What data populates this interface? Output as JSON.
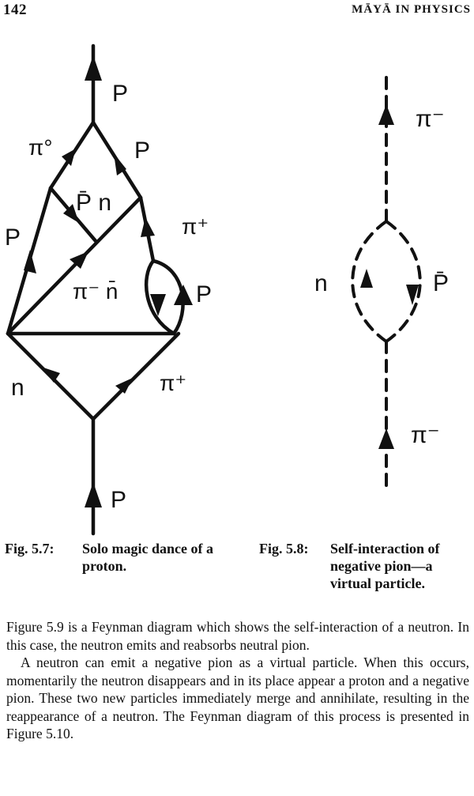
{
  "header": {
    "page_number": "142",
    "running_title": "MĀYĀ IN PHYSICS"
  },
  "figure_5_7": {
    "labels": {
      "p_top": "P",
      "pi0": "π°",
      "p_upper_right": "P",
      "pbar_n": "P̄ n",
      "p_left": "P",
      "pi_plus_upper": "π⁺",
      "pi_minus_nbar": "π⁻ n̄",
      "p_loop": "P",
      "n_lower": "n",
      "pi_plus_lower": "π⁺",
      "p_bottom": "P"
    },
    "caption_label": "Fig. 5.7:",
    "caption_text": "Solo magic dance of a proton."
  },
  "figure_5_8": {
    "labels": {
      "pi_minus_top": "π⁻",
      "n": "n",
      "pbar": "P̄",
      "pi_minus_bottom": "π⁻"
    },
    "caption_label": "Fig. 5.8:",
    "caption_text": "Self-interaction of negative pion—a virtual particle."
  },
  "body": {
    "paragraph_1": "Figure 5.9 is a Feynman diagram which shows the self-interaction of a neutron. In this case, the neutron emits and reabsorbs neutral pion.",
    "paragraph_2": "A neutron can emit a negative pion as a virtual particle. When this occurs, momentarily the neutron disappears and in its place appear a proton and a negative pion. These two new particles immediately merge and annihilate, resulting in the reappearance of a neutron. The Feynman diagram of this process is presented in Figure 5.10."
  }
}
